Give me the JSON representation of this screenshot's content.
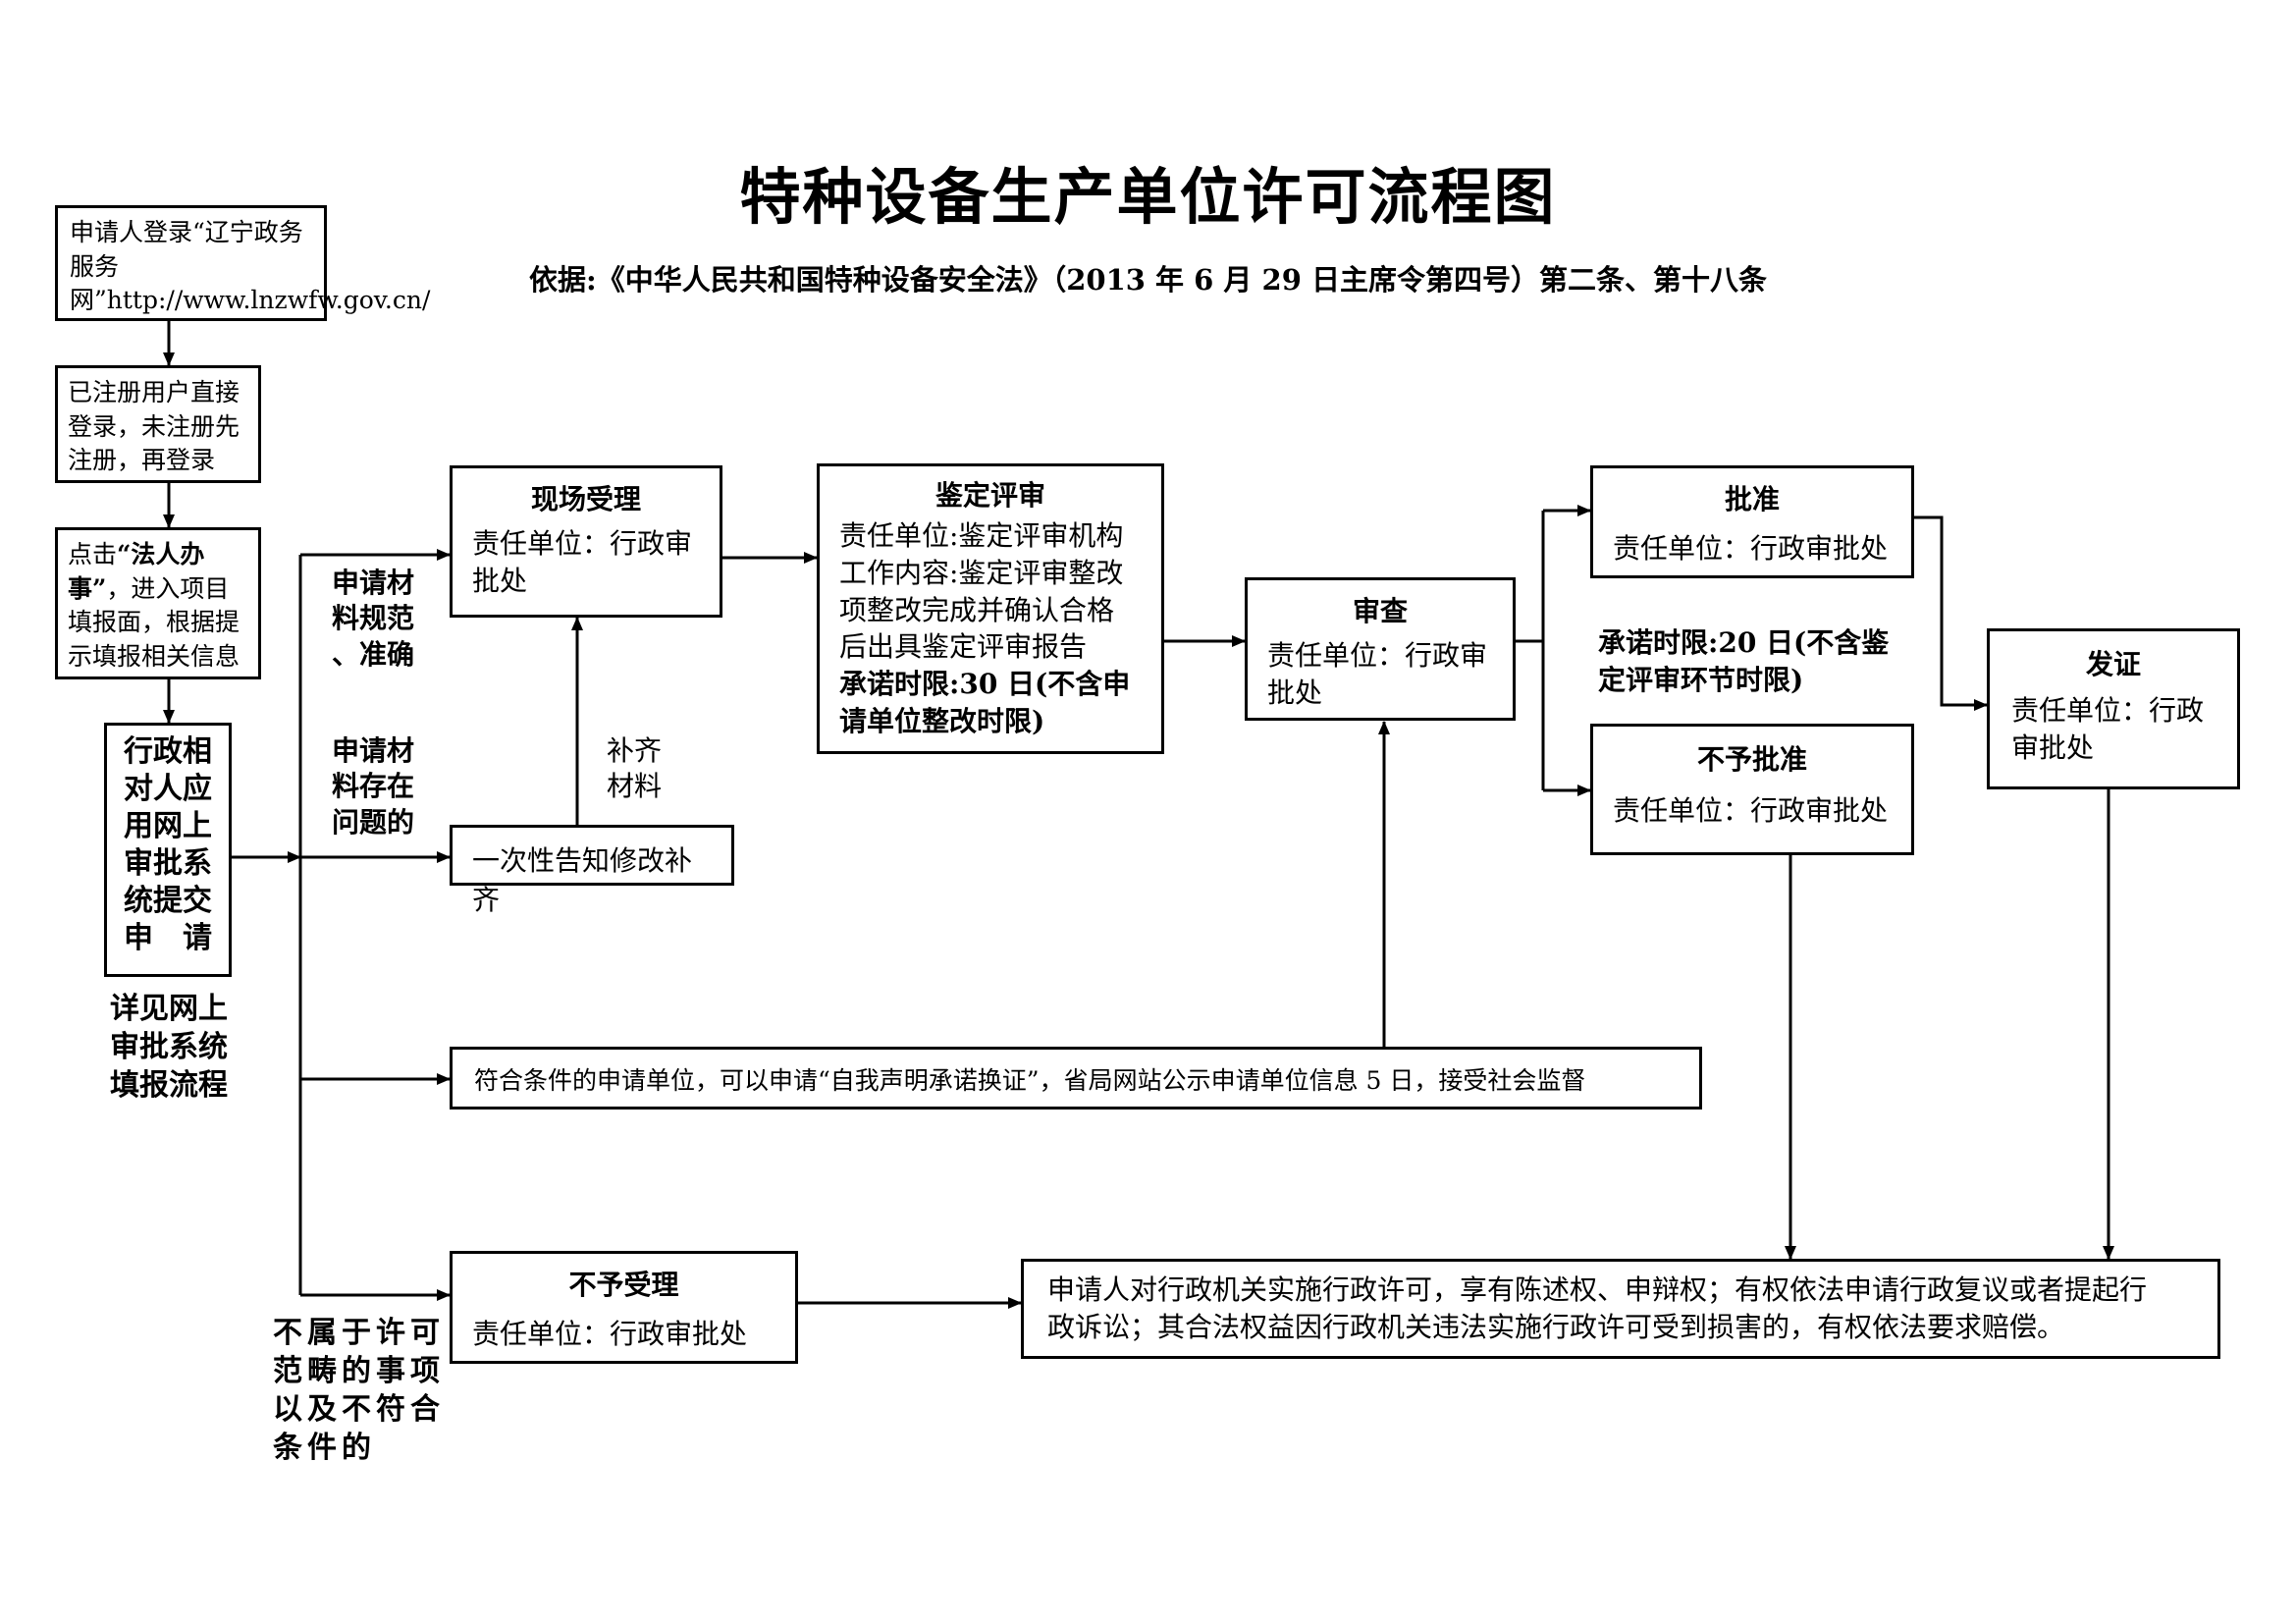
{
  "title": "特种设备生产单位许可流程图",
  "basis": "依据:《中华人民共和国特种设备安全法》（2013 年 6 月 29 日主席令第四号）第二条、第十八条",
  "steps": {
    "login": "申请人登录“辽宁政务服务网”http://www.lnzwfw.gov.cn/",
    "register": "已注册用户直接登录，未注册先注册，再登录",
    "click_prefix": "点击",
    "click_bold": "“法人办事”",
    "click_suffix": "，进入项目填报面，根据提示填报相关信息",
    "submit_lines": [
      "行政相",
      "对人应",
      "用网上",
      "审批系",
      "统提交",
      "申　请"
    ],
    "see_online_lines": [
      "详见网上",
      "审批系统",
      "填报流程"
    ]
  },
  "branch_labels": {
    "materials_ok_lines": [
      "申请材",
      "料规范",
      "、准确"
    ],
    "materials_problem_lines": [
      "申请材",
      "料存在",
      "问题的"
    ],
    "supplement_lines": [
      "补齐",
      "材料"
    ],
    "out_of_scope_lines": [
      "不属于许可",
      "范畴的事项",
      "以及不符合",
      "条件的"
    ]
  },
  "boxes": {
    "onsite": {
      "title": "现场受理",
      "body_lines": [
        "责任单位：行政审",
        "批处"
      ]
    },
    "notify": {
      "text": "一次性告知修改补齐"
    },
    "evaluation": {
      "title": "鉴定评审",
      "body_lines": [
        "责任单位:鉴定评审机构",
        "工作内容:鉴定评审整改",
        "项整改完成并确认合格",
        "后出具鉴定评审报告"
      ],
      "bold_lines": [
        "承诺时限:30 日(不含申",
        "请单位整改时限)"
      ]
    },
    "review": {
      "title": "审查",
      "body_lines": [
        "责任单位：行政审",
        "批处"
      ]
    },
    "approve": {
      "title": "批准",
      "body": "责任单位：行政审批处"
    },
    "reject": {
      "title": "不予批准",
      "body": "责任单位：行政审批处"
    },
    "approve_limit_lines": [
      "承诺时限:20 日(不含鉴",
      "定评审环节时限)"
    ],
    "certificate": {
      "title": "发证",
      "body_lines": [
        "责任单位：行政",
        "审批处"
      ]
    },
    "self_declare": {
      "text": "符合条件的申请单位，可以申请“自我声明承诺换证”，省局网站公示申请单位信息 5 日，接受社会监督"
    },
    "not_accepted": {
      "title": "不予受理",
      "body": "责任单位：行政审批处"
    },
    "rights": {
      "lines": [
        "申请人对行政机关实施行政许可，享有陈述权、申辩权；有权依法申请行政复议或者提起行",
        "政诉讼；其合法权益因行政机关违法实施行政许可受到损害的，有权依法要求赔偿。"
      ]
    }
  }
}
